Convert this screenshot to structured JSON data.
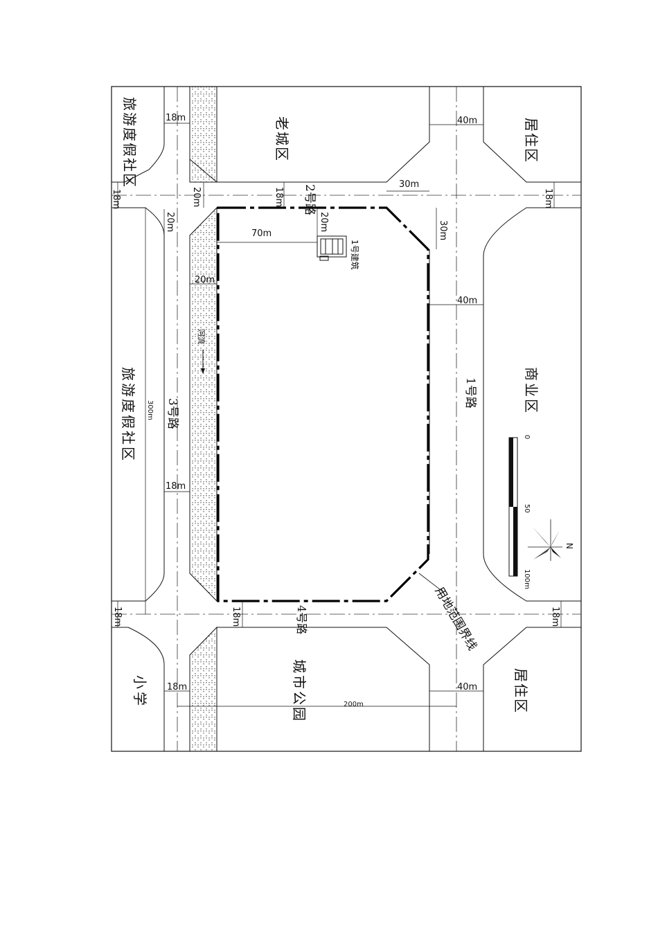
{
  "zones": {
    "tourism_top": "旅游度假社区",
    "old_city": "老城区",
    "residential_top": "居住区",
    "tourism_mid": "旅游度假社区",
    "commercial": "商业区",
    "school": "小学",
    "city_park": "城市公园",
    "residential_bottom": "居住区"
  },
  "roads": {
    "road1": "1号路",
    "road2": "2号路",
    "road3": "3号路",
    "road4": "4号路"
  },
  "labels": {
    "river": "河流",
    "building": "1号建筑",
    "boundary": "用地范围界线",
    "north": "N"
  },
  "dimensions": {
    "d18_top_left": "18m",
    "d40_top_right": "40m",
    "d18_left_upper": "18m",
    "d20_road2_river": "20m",
    "d18_road2": "18m",
    "d30_top": "30m",
    "d18_right_upper": "18m",
    "d20_left": "20m",
    "d70": "70m",
    "d20_building": "20m",
    "d30_side": "30m",
    "d20_river": "20m",
    "d40_right_mid": "40m",
    "d300": "300m",
    "d18_left_mid": "18m",
    "d18_left_lower": "18m",
    "d18_road4": "18m",
    "d18_right_lower": "18m",
    "d18_bottom_left": "18m",
    "d40_bottom_right": "40m",
    "d200": "200m"
  },
  "scale_bar": {
    "zero": "0",
    "fifty": "50",
    "hundred": "100m"
  }
}
